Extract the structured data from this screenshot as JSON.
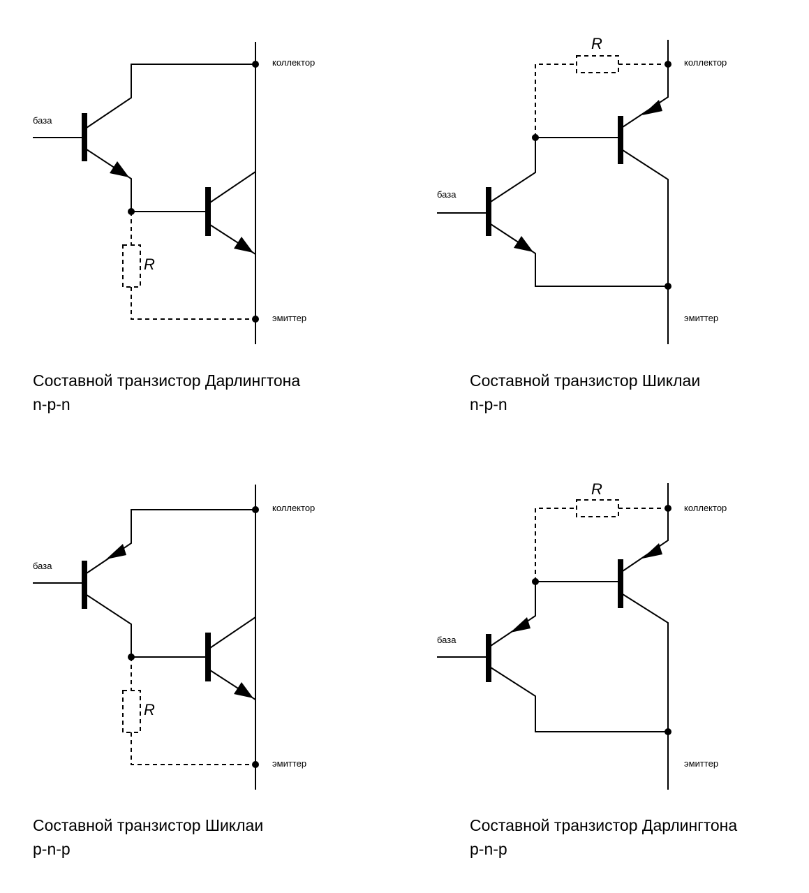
{
  "labels": {
    "collector": "коллектор",
    "emitter": "эмиттер",
    "base": "база",
    "resistor": "R"
  },
  "diagrams": [
    {
      "id": "darlington-npn",
      "type": "Darlington",
      "polarity": "n-p-n",
      "resistor": "base-to-emitter",
      "caption_line1": "Составной транзистор Дарлингтона",
      "caption_line2": "n-p-n"
    },
    {
      "id": "sziklai-npn",
      "type": "Sziklai",
      "polarity": "n-p-n",
      "resistor": "base-to-collector",
      "caption_line1": "Составной транзистор Шиклаи",
      "caption_line2": "n-p-n"
    },
    {
      "id": "sziklai-pnp",
      "type": "Sziklai",
      "polarity": "p-n-p",
      "resistor": "base-to-emitter",
      "caption_line1": "Составной транзистор Шиклаи",
      "caption_line2": "p-n-p"
    },
    {
      "id": "darlington-pnp",
      "type": "Darlington",
      "polarity": "p-n-p",
      "resistor": "base-to-collector",
      "caption_line1": "Составной транзистор Дарлингтона",
      "caption_line2": "p-n-p"
    }
  ]
}
